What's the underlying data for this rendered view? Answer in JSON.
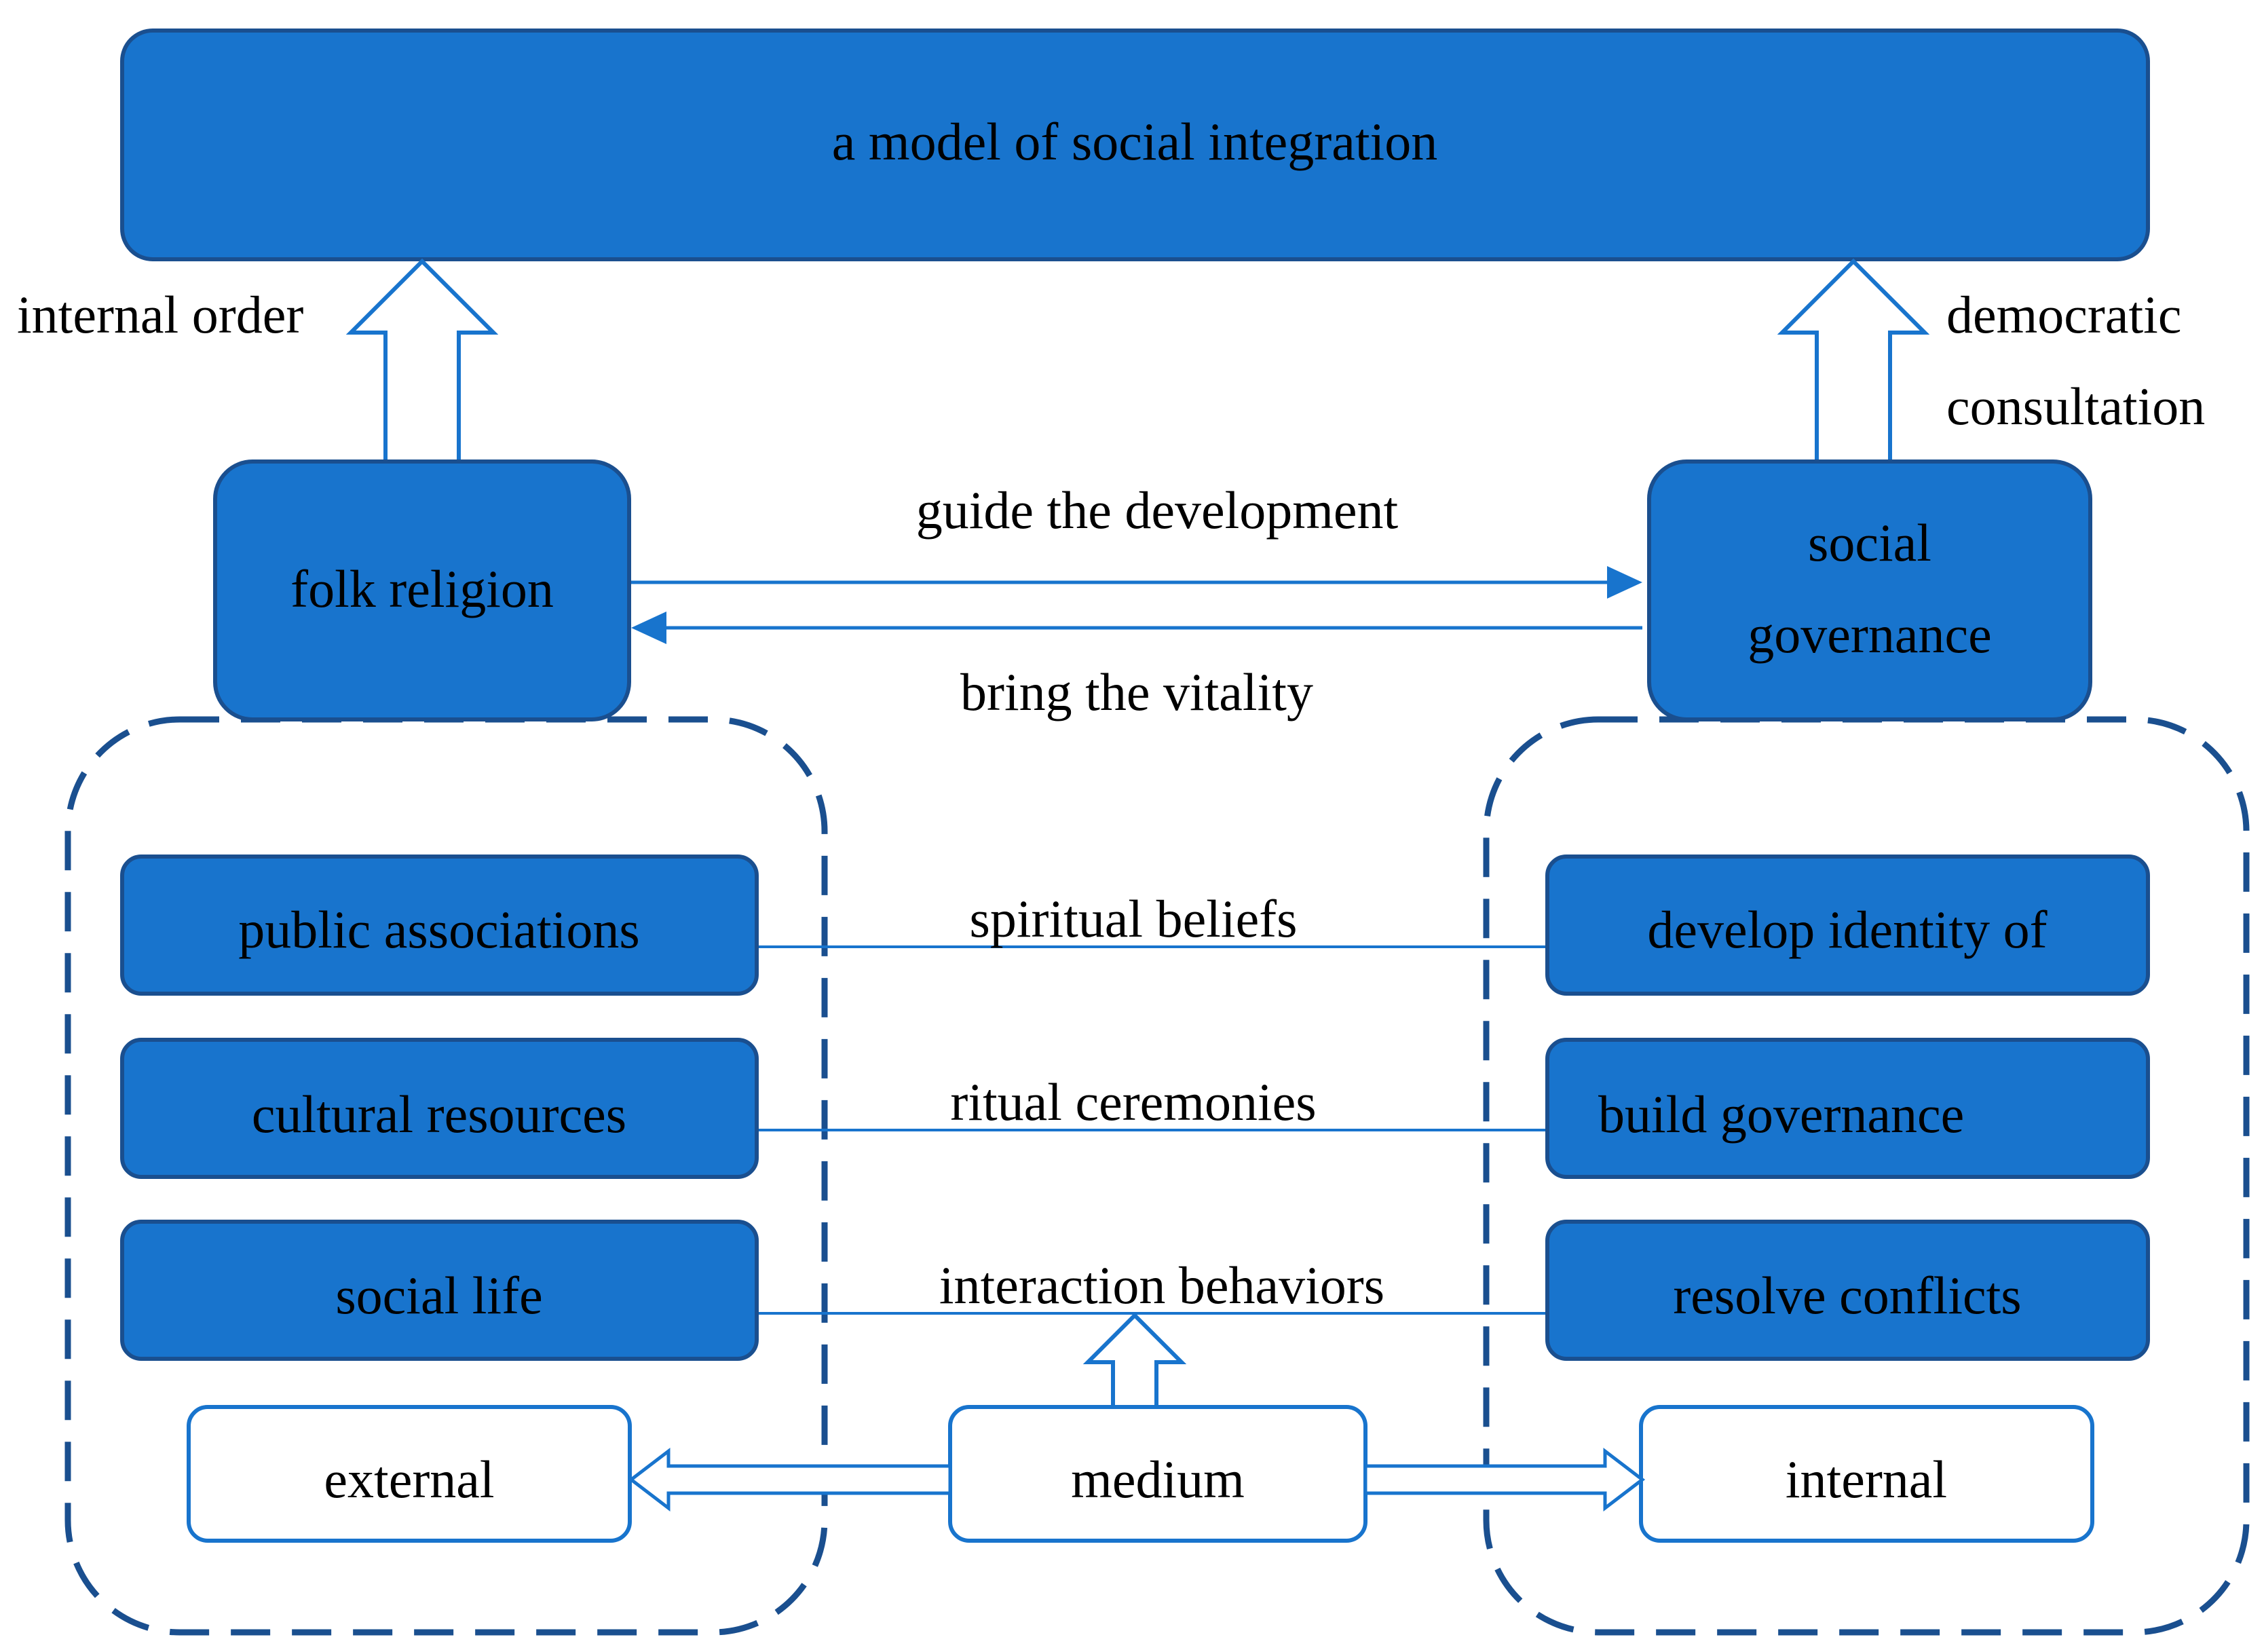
{
  "colors": {
    "box_fill": "#1874cd",
    "box_stroke": "#1a4f8f",
    "dashed_stroke": "#1a4f8f",
    "arrow_stroke": "#1874cd",
    "text": "#000000"
  },
  "top_box": {
    "label": "a model of social integration"
  },
  "folk_religion": {
    "label": "folk religion"
  },
  "social_governance": {
    "line1": "social",
    "line2": "governance"
  },
  "labels": {
    "internal_order": "internal order",
    "democratic": "democratic",
    "consultation": "consultation",
    "guide": "guide the development",
    "vitality": "bring the vitality",
    "spiritual": "spiritual beliefs",
    "ritual": "ritual ceremonies",
    "interaction": "interaction behaviors"
  },
  "left_items": [
    "public associations",
    "cultural resources",
    "social life"
  ],
  "right_items": [
    "develop identity of",
    "build governance",
    "resolve conflicts"
  ],
  "bottom": {
    "external": "external",
    "medium": "medium",
    "internal": "internal"
  }
}
